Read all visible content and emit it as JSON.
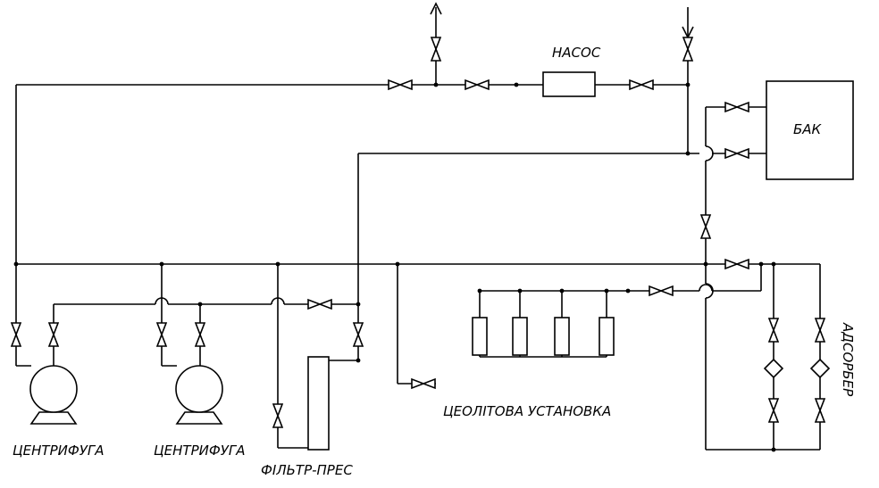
{
  "labels": {
    "pump": "НАСОС",
    "tank": "БАК",
    "centrifuge_left": "ЦЕНТРИФУГА",
    "centrifuge_right": "ЦЕНТРИФУГА",
    "filter_press": "ФІЛЬТР-ПРЕС",
    "zeolite_unit": "ЦЕОЛІТОВА УСТАНОВКА",
    "adsorber": "АДСОРБЕР"
  },
  "colors": {
    "line": "#000000",
    "background": "#ffffff"
  }
}
